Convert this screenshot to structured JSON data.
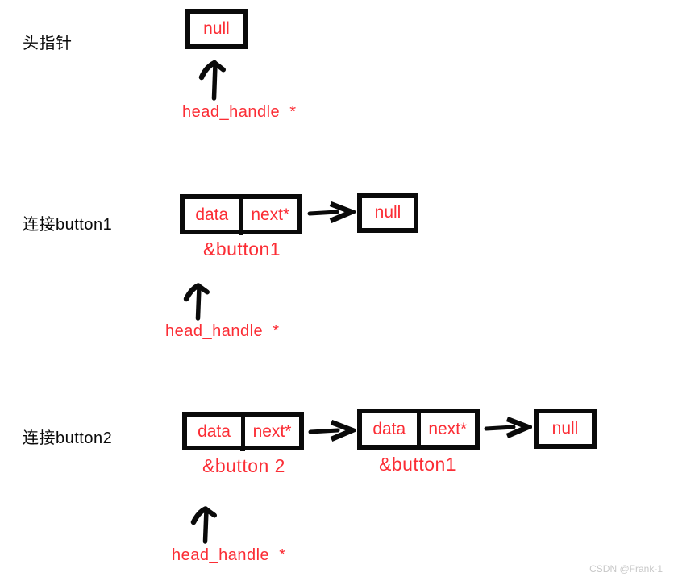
{
  "colors": {
    "red": "#fb2d35",
    "black": "#0a0a0a",
    "watermark_gray": "#c8c8c8",
    "bg": "#ffffff"
  },
  "watermark": "CSDN @Frank-1",
  "sections": [
    {
      "label": "头指针",
      "pointer": "head_handle  *",
      "null_text": "null"
    },
    {
      "label": "连接button1",
      "pointer": "head_handle  *",
      "node": {
        "data": "data",
        "next": "next*",
        "address": "&button1"
      },
      "null_text": "null"
    },
    {
      "label": "连接button2",
      "pointer": "head_handle  *",
      "node1": {
        "data": "data",
        "next": "next*",
        "address": "&button 2"
      },
      "node2": {
        "data": "data",
        "next": "next*",
        "address": "&button1"
      },
      "null_text": "null"
    }
  ]
}
